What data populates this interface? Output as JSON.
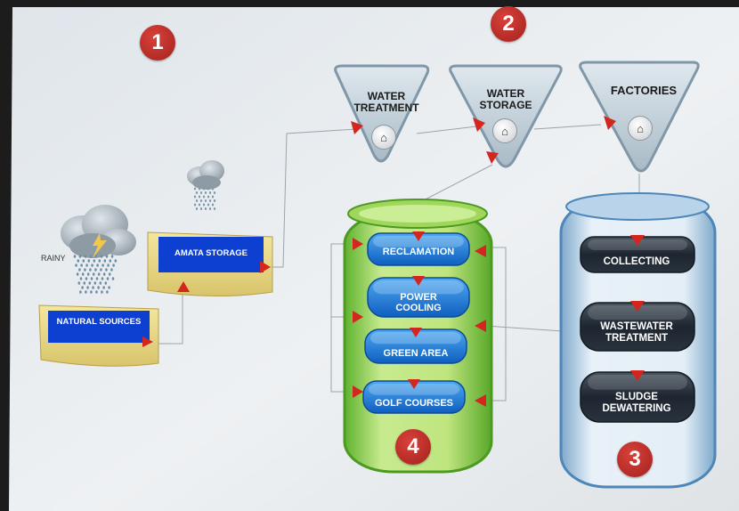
{
  "markers": [
    "1",
    "2",
    "3",
    "4"
  ],
  "rainy_label": "RAINY",
  "natural_sources": "NATURAL SOURCES",
  "amata_storage": "AMATA STORAGE",
  "water_treatment": "WATER\nTREATMENT",
  "water_storage": "WATER\nSTORAGE",
  "factories": "FACTORIES",
  "reuse_items": [
    "RECLAMATION",
    "POWER\nCOOLING",
    "GREEN AREA",
    "GOLF COURSES"
  ],
  "wastewater_items": [
    "COLLECTING",
    "WASTEWATER\nTREATMENT",
    "SLUDGE\nDEWATERING"
  ],
  "icons": [
    "rain-cloud-icon",
    "house-icon"
  ]
}
